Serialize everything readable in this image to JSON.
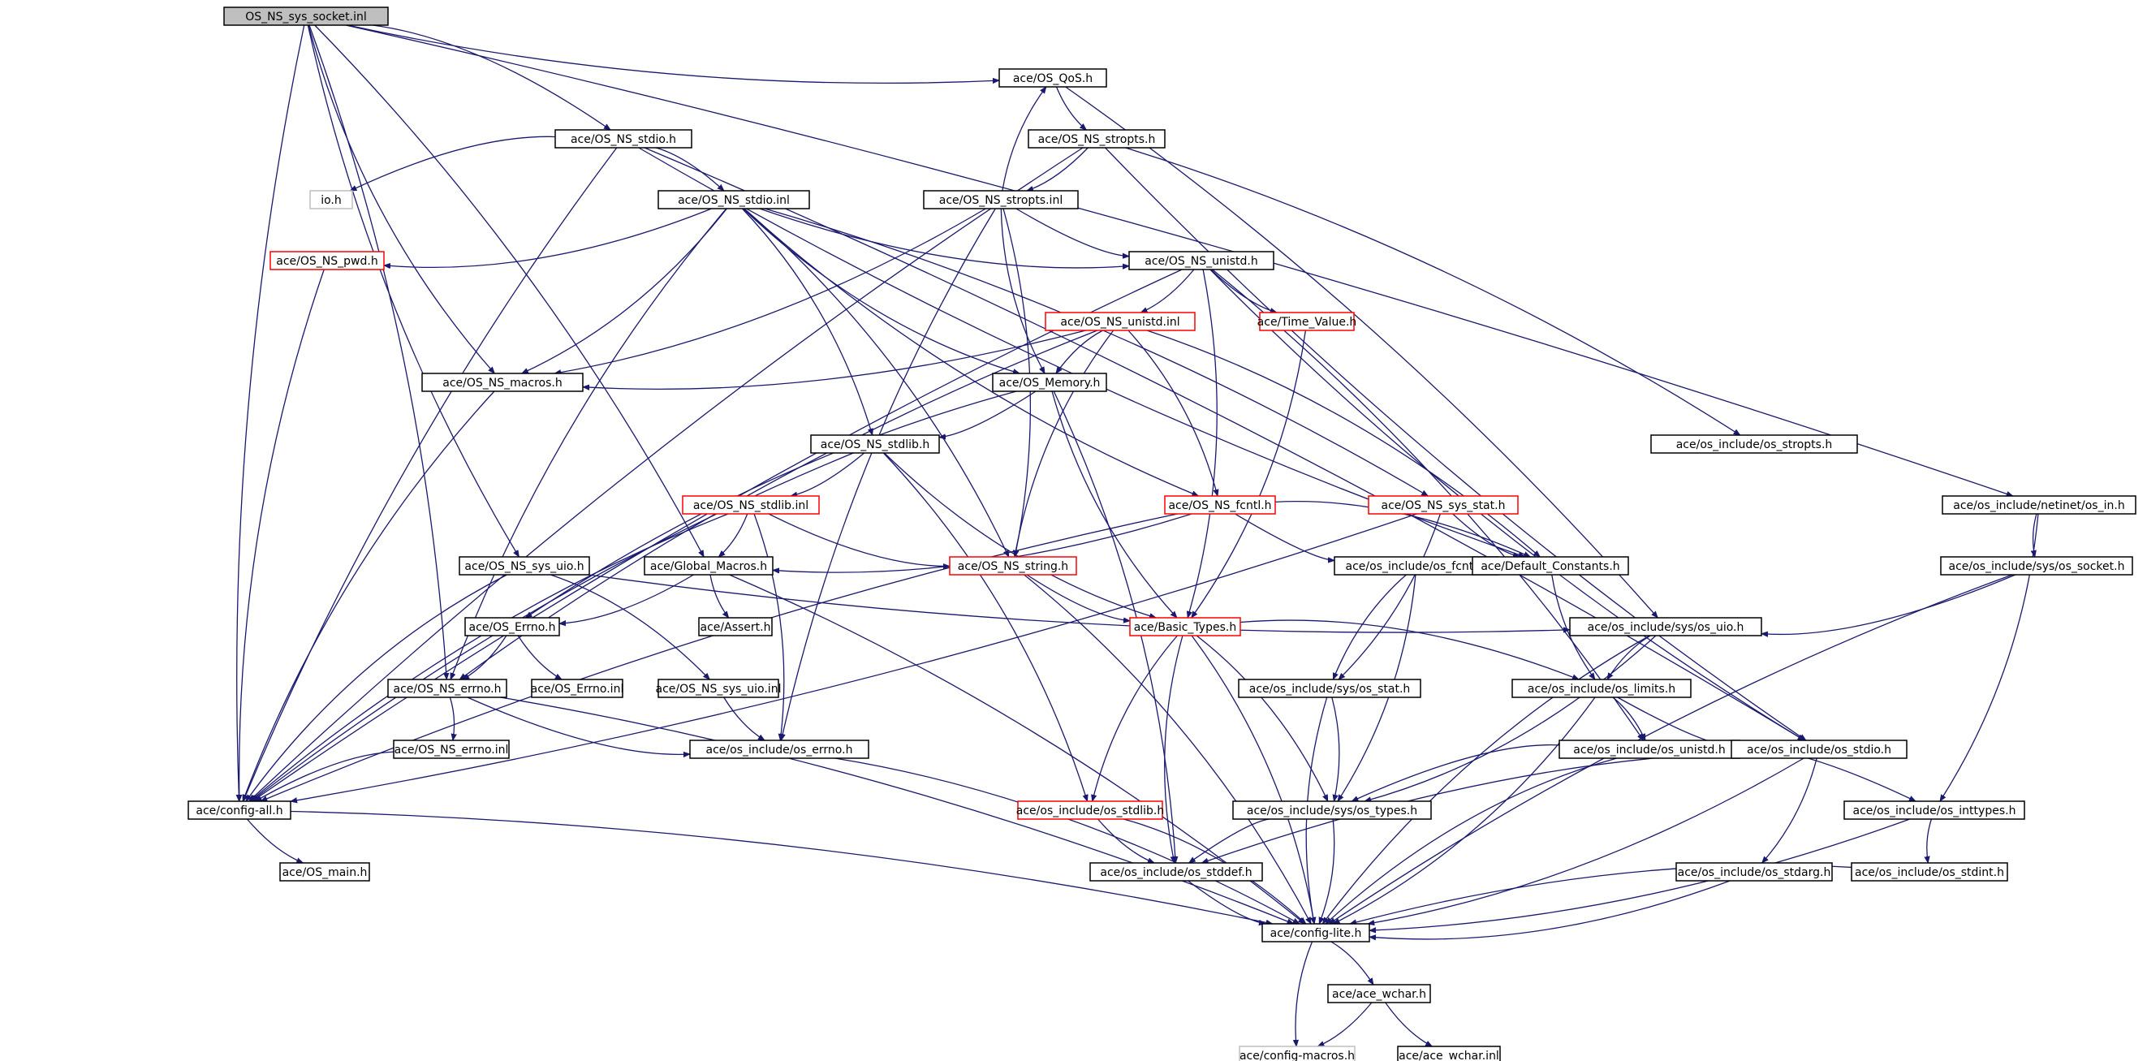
{
  "diagram": {
    "type": "include-dependency-graph",
    "colors": {
      "edge": "#191970",
      "root_fill": "#bfbfbf",
      "node_border": "#000000",
      "truncated_border": "#ff0000",
      "external_border": "#bfbfbf"
    },
    "nodes": [
      {
        "id": "root",
        "label": "OS_NS_sys_socket.inl",
        "kind": "root"
      },
      {
        "id": "qos",
        "label": "ace/OS_QoS.h",
        "kind": "plain"
      },
      {
        "id": "stdio_h",
        "label": "ace/OS_NS_stdio.h",
        "kind": "plain"
      },
      {
        "id": "stropts_h",
        "label": "ace/OS_NS_stropts.h",
        "kind": "plain"
      },
      {
        "id": "io_h",
        "label": "io.h",
        "kind": "external"
      },
      {
        "id": "stdio_inl",
        "label": "ace/OS_NS_stdio.inl",
        "kind": "plain"
      },
      {
        "id": "stropts_inl",
        "label": "ace/OS_NS_stropts.inl",
        "kind": "plain"
      },
      {
        "id": "pwd",
        "label": "ace/OS_NS_pwd.h",
        "kind": "truncated"
      },
      {
        "id": "unistd_h",
        "label": "ace/OS_NS_unistd.h",
        "kind": "plain"
      },
      {
        "id": "unistd_inl",
        "label": "ace/OS_NS_unistd.inl",
        "kind": "truncated"
      },
      {
        "id": "timevalue",
        "label": "ace/Time_Value.h",
        "kind": "truncated"
      },
      {
        "id": "macros",
        "label": "ace/OS_NS_macros.h",
        "kind": "plain"
      },
      {
        "id": "memory",
        "label": "ace/OS_Memory.h",
        "kind": "plain"
      },
      {
        "id": "stdlib_h",
        "label": "ace/OS_NS_stdlib.h",
        "kind": "plain"
      },
      {
        "id": "os_stropts",
        "label": "ace/os_include/os_stropts.h",
        "kind": "plain"
      },
      {
        "id": "stdlib_inl",
        "label": "ace/OS_NS_stdlib.inl",
        "kind": "truncated"
      },
      {
        "id": "fcntl_ns",
        "label": "ace/OS_NS_fcntl.h",
        "kind": "truncated"
      },
      {
        "id": "sysstat_ns",
        "label": "ace/OS_NS_sys_stat.h",
        "kind": "truncated"
      },
      {
        "id": "netinet_in",
        "label": "ace/os_include/netinet/os_in.h",
        "kind": "plain"
      },
      {
        "id": "sysuio_ns",
        "label": "ace/OS_NS_sys_uio.h",
        "kind": "plain"
      },
      {
        "id": "global_macros",
        "label": "ace/Global_Macros.h",
        "kind": "plain"
      },
      {
        "id": "string_ns",
        "label": "ace/OS_NS_string.h",
        "kind": "truncated"
      },
      {
        "id": "os_fcntl",
        "label": "ace/os_include/os_fcntl.h",
        "kind": "plain"
      },
      {
        "id": "default_const",
        "label": "ace/Default_Constants.h",
        "kind": "plain"
      },
      {
        "id": "sys_os_socket",
        "label": "ace/os_include/sys/os_socket.h",
        "kind": "plain"
      },
      {
        "id": "errno_ace",
        "label": "ace/OS_Errno.h",
        "kind": "plain"
      },
      {
        "id": "assert",
        "label": "ace/Assert.h",
        "kind": "plain"
      },
      {
        "id": "basic_types",
        "label": "ace/Basic_Types.h",
        "kind": "truncated"
      },
      {
        "id": "sys_os_uio",
        "label": "ace/os_include/sys/os_uio.h",
        "kind": "plain"
      },
      {
        "id": "errno_ns_h",
        "label": "ace/OS_NS_errno.h",
        "kind": "plain"
      },
      {
        "id": "errno_ace_inl",
        "label": "ace/OS_Errno.inl",
        "kind": "plain"
      },
      {
        "id": "sysuio_inl",
        "label": "ace/OS_NS_sys_uio.inl",
        "kind": "plain"
      },
      {
        "id": "sys_os_stat",
        "label": "ace/os_include/sys/os_stat.h",
        "kind": "plain"
      },
      {
        "id": "os_limits",
        "label": "ace/os_include/os_limits.h",
        "kind": "plain"
      },
      {
        "id": "errno_ns_inl",
        "label": "ace/OS_NS_errno.inl",
        "kind": "plain"
      },
      {
        "id": "os_errno",
        "label": "ace/os_include/os_errno.h",
        "kind": "plain"
      },
      {
        "id": "os_unistd",
        "label": "ace/os_include/os_unistd.h",
        "kind": "plain"
      },
      {
        "id": "os_stdio",
        "label": "ace/os_include/os_stdio.h",
        "kind": "plain"
      },
      {
        "id": "config_all",
        "label": "ace/config-all.h",
        "kind": "plain"
      },
      {
        "id": "os_stdlib",
        "label": "ace/os_include/os_stdlib.h",
        "kind": "truncated"
      },
      {
        "id": "sys_os_types",
        "label": "ace/os_include/sys/os_types.h",
        "kind": "plain"
      },
      {
        "id": "os_inttypes",
        "label": "ace/os_include/os_inttypes.h",
        "kind": "plain"
      },
      {
        "id": "os_main",
        "label": "ace/OS_main.h",
        "kind": "plain"
      },
      {
        "id": "os_stddef",
        "label": "ace/os_include/os_stddef.h",
        "kind": "plain"
      },
      {
        "id": "os_stdarg",
        "label": "ace/os_include/os_stdarg.h",
        "kind": "plain"
      },
      {
        "id": "os_stdint",
        "label": "ace/os_include/os_stdint.h",
        "kind": "plain"
      },
      {
        "id": "config_lite",
        "label": "ace/config-lite.h",
        "kind": "plain"
      },
      {
        "id": "ace_wchar_h",
        "label": "ace/ace_wchar.h",
        "kind": "plain"
      },
      {
        "id": "config_macros",
        "label": "ace/config-macros.h",
        "kind": "external"
      },
      {
        "id": "ace_wchar_inl",
        "label": "ace/ace_wchar.inl",
        "kind": "plain"
      }
    ],
    "edges": [
      [
        "root",
        "qos"
      ],
      [
        "root",
        "stdio_h"
      ],
      [
        "root",
        "macros"
      ],
      [
        "root",
        "global_macros"
      ],
      [
        "root",
        "sysuio_ns"
      ],
      [
        "root",
        "errno_ns_h"
      ],
      [
        "root",
        "config_all"
      ],
      [
        "root",
        "netinet_in"
      ],
      [
        "qos",
        "stropts_h"
      ],
      [
        "qos",
        "sys_os_uio"
      ],
      [
        "stdio_h",
        "io_h"
      ],
      [
        "stdio_h",
        "stdio_inl"
      ],
      [
        "stdio_h",
        "config_all"
      ],
      [
        "stdio_h",
        "os_stdio"
      ],
      [
        "stdio_h",
        "default_const"
      ],
      [
        "stropts_h",
        "stropts_inl"
      ],
      [
        "stropts_h",
        "config_all"
      ],
      [
        "stropts_h",
        "os_stropts"
      ],
      [
        "stropts_h",
        "os_stdio"
      ],
      [
        "stropts_inl",
        "qos"
      ],
      [
        "stropts_inl",
        "unistd_h"
      ],
      [
        "stropts_inl",
        "macros"
      ],
      [
        "stropts_inl",
        "memory"
      ],
      [
        "stropts_inl",
        "string_ns"
      ],
      [
        "stropts_inl",
        "os_errno"
      ],
      [
        "stdio_inl",
        "pwd"
      ],
      [
        "stdio_inl",
        "unistd_h"
      ],
      [
        "stdio_inl",
        "macros"
      ],
      [
        "stdio_inl",
        "memory"
      ],
      [
        "stdio_inl",
        "stdlib_h"
      ],
      [
        "stdio_inl",
        "fcntl_ns"
      ],
      [
        "stdio_inl",
        "string_ns"
      ],
      [
        "stdio_inl",
        "errno_ns_h"
      ],
      [
        "stdio_inl",
        "sysstat_ns"
      ],
      [
        "pwd",
        "config_all"
      ],
      [
        "unistd_h",
        "unistd_inl"
      ],
      [
        "unistd_h",
        "timevalue"
      ],
      [
        "unistd_h",
        "basic_types"
      ],
      [
        "unistd_h",
        "config_all"
      ],
      [
        "unistd_h",
        "os_unistd"
      ],
      [
        "unistd_h",
        "os_stdio"
      ],
      [
        "unistd_inl",
        "macros"
      ],
      [
        "unistd_inl",
        "memory"
      ],
      [
        "unistd_inl",
        "fcntl_ns"
      ],
      [
        "unistd_inl",
        "string_ns"
      ],
      [
        "unistd_inl",
        "default_const"
      ],
      [
        "unistd_inl",
        "errno_ns_h"
      ],
      [
        "timevalue",
        "basic_types"
      ],
      [
        "macros",
        "config_all"
      ],
      [
        "memory",
        "stdlib_h"
      ],
      [
        "memory",
        "basic_types"
      ],
      [
        "memory",
        "os_stddef"
      ],
      [
        "memory",
        "errno_ace"
      ],
      [
        "stdlib_h",
        "stdlib_inl"
      ],
      [
        "stdlib_h",
        "basic_types"
      ],
      [
        "stdlib_h",
        "os_stdlib"
      ],
      [
        "stdlib_h",
        "config_all"
      ],
      [
        "stdlib_inl",
        "global_macros"
      ],
      [
        "stdlib_inl",
        "string_ns"
      ],
      [
        "stdlib_inl",
        "os_errno"
      ],
      [
        "stdlib_inl",
        "config_all"
      ],
      [
        "fcntl_ns",
        "global_macros"
      ],
      [
        "fcntl_ns",
        "os_fcntl"
      ],
      [
        "fcntl_ns",
        "default_const"
      ],
      [
        "fcntl_ns",
        "config_all"
      ],
      [
        "sysstat_ns",
        "sys_os_stat"
      ],
      [
        "sysstat_ns",
        "default_const"
      ],
      [
        "sysstat_ns",
        "config_all"
      ],
      [
        "netinet_in",
        "sys_os_socket"
      ],
      [
        "netinet_in",
        "os_inttypes"
      ],
      [
        "sysuio_ns",
        "sys_os_uio"
      ],
      [
        "sysuio_ns",
        "sysuio_inl"
      ],
      [
        "sysuio_ns",
        "config_all"
      ],
      [
        "global_macros",
        "errno_ace"
      ],
      [
        "global_macros",
        "assert"
      ],
      [
        "global_macros",
        "config_lite"
      ],
      [
        "string_ns",
        "basic_types"
      ],
      [
        "string_ns",
        "config_lite"
      ],
      [
        "os_fcntl",
        "sys_os_stat"
      ],
      [
        "os_fcntl",
        "sys_os_types"
      ],
      [
        "default_const",
        "os_limits"
      ],
      [
        "sys_os_socket",
        "sys_os_uio"
      ],
      [
        "sys_os_socket",
        "config_lite"
      ],
      [
        "errno_ace",
        "errno_ns_h"
      ],
      [
        "errno_ace",
        "errno_ace_inl"
      ],
      [
        "basic_types",
        "os_limits"
      ],
      [
        "basic_types",
        "os_stdlib"
      ],
      [
        "basic_types",
        "sys_os_types"
      ],
      [
        "basic_types",
        "os_stddef"
      ],
      [
        "basic_types",
        "config_lite"
      ],
      [
        "sys_os_uio",
        "os_limits"
      ],
      [
        "sys_os_uio",
        "sys_os_types"
      ],
      [
        "sys_os_uio",
        "config_lite"
      ],
      [
        "errno_ns_h",
        "errno_ns_inl"
      ],
      [
        "errno_ns_h",
        "os_errno"
      ],
      [
        "errno_ns_h",
        "config_lite"
      ],
      [
        "sysuio_inl",
        "os_errno"
      ],
      [
        "sys_os_stat",
        "sys_os_types"
      ],
      [
        "sys_os_stat",
        "config_lite"
      ],
      [
        "os_limits",
        "os_unistd"
      ],
      [
        "os_limits",
        "os_stdio"
      ],
      [
        "os_limits",
        "config_lite"
      ],
      [
        "errno_ns_inl",
        "config_all"
      ],
      [
        "os_errno",
        "config_lite"
      ],
      [
        "os_unistd",
        "sys_os_types"
      ],
      [
        "os_unistd",
        "os_inttypes"
      ],
      [
        "os_unistd",
        "config_lite"
      ],
      [
        "os_stdio",
        "os_stdarg"
      ],
      [
        "os_stdio",
        "os_stddef"
      ],
      [
        "os_stdio",
        "config_lite"
      ],
      [
        "config_all",
        "os_main"
      ],
      [
        "config_all",
        "config_lite"
      ],
      [
        "os_stdlib",
        "os_stddef"
      ],
      [
        "os_stdlib",
        "config_lite"
      ],
      [
        "sys_os_types",
        "os_stddef"
      ],
      [
        "sys_os_types",
        "config_lite"
      ],
      [
        "os_inttypes",
        "os_stdint"
      ],
      [
        "os_inttypes",
        "config_lite"
      ],
      [
        "os_stddef",
        "config_lite"
      ],
      [
        "os_stdarg",
        "config_lite"
      ],
      [
        "os_stdint",
        "config_lite"
      ],
      [
        "config_lite",
        "ace_wchar_h"
      ],
      [
        "config_lite",
        "config_macros"
      ],
      [
        "ace_wchar_h",
        "config_macros"
      ],
      [
        "ace_wchar_h",
        "ace_wchar_inl"
      ]
    ]
  }
}
